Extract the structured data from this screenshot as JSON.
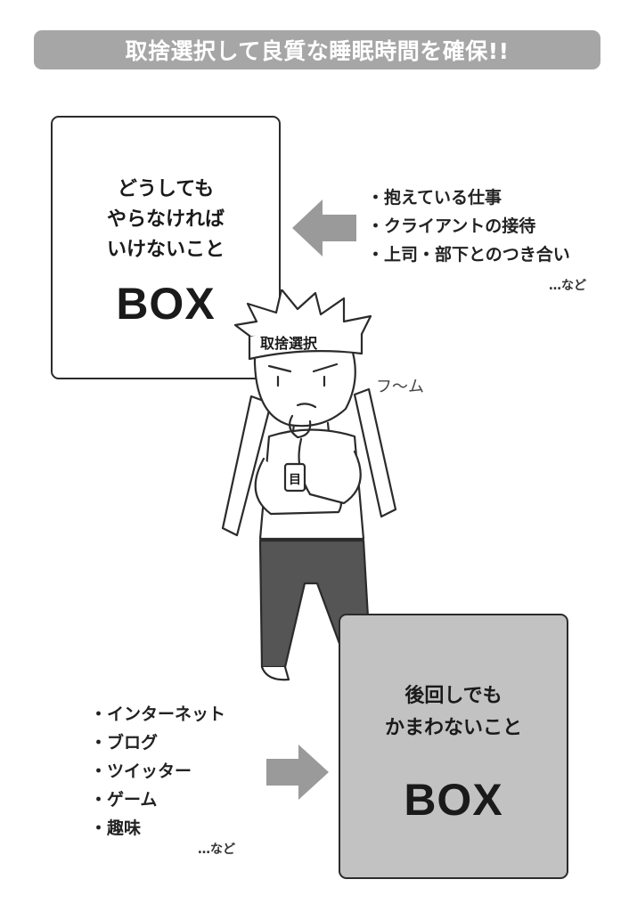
{
  "banner": {
    "title": "取捨選択して良質な睡眠時間を確保!!"
  },
  "top_box": {
    "lines": [
      "どうしても",
      "やらなければ",
      "いけないこと"
    ],
    "title": "BOX"
  },
  "top_list": {
    "items": [
      "・抱えている仕事",
      "・クライアントの接待",
      "・上司・部下とのつき合い"
    ],
    "etc": "…など"
  },
  "bottom_box": {
    "lines": [
      "後回しでも",
      "かまわないこと"
    ],
    "title": "BOX"
  },
  "bottom_list": {
    "items": [
      "・インターネット",
      "・ブログ",
      "・ツイッター",
      "・ゲーム",
      "・趣味"
    ],
    "etc": "…など"
  },
  "character": {
    "headband": "取捨選択",
    "sound_effect": "フ〜ム",
    "pocket": "目"
  },
  "colors": {
    "banner_bg": "#a6a6a6",
    "arrow": "#9a9a9a",
    "bottom_box_bg": "#c2c2c2",
    "pants": "#555555"
  }
}
